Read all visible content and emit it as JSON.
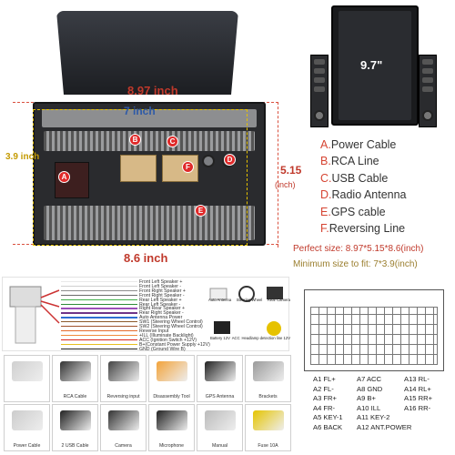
{
  "dimensions": {
    "width": "8.97 inch",
    "depth_top": "7 inch",
    "height_left": "3.9 inch",
    "height_right": "5.15",
    "height_right_unit": "(inch)",
    "bottom_width": "8.6 inch"
  },
  "screen_size": "9.7\"",
  "markers": [
    "A",
    "B",
    "C",
    "D",
    "E",
    "F"
  ],
  "legend": [
    {
      "letter": "A.",
      "text": "Power Cable"
    },
    {
      "letter": "B.",
      "text": "RCA Line"
    },
    {
      "letter": "C.",
      "text": "USB Cable"
    },
    {
      "letter": "D.",
      "text": "Radio Antenna"
    },
    {
      "letter": "E.",
      "text": "GPS cable"
    },
    {
      "letter": "F.",
      "text": "Reversing Line"
    }
  ],
  "size_notes": {
    "perfect": "Perfect size: 8.97*5.15*8.6(inch)",
    "minimum": "Minimum size to fit: 7*3.9(inch)"
  },
  "wiring": [
    {
      "label": "Front Left Speaker +",
      "color": "#e9e9e9"
    },
    {
      "label": "Front Left Speaker -",
      "color": "#cfcfcf"
    },
    {
      "label": "Front Right Speaker +",
      "color": "#8e8e8e"
    },
    {
      "label": "Front Right Speaker -",
      "color": "#6a6a6a"
    },
    {
      "label": "Rear Left Speaker +",
      "color": "#3fae49"
    },
    {
      "label": "Rear Left Speaker -",
      "color": "#2d8b38"
    },
    {
      "label": "Right Rear Speaker +",
      "color": "#9b4fb8"
    },
    {
      "label": "Rear Right Speaker -",
      "color": "#6e3488"
    },
    {
      "label": "Auto Antenna Power",
      "color": "#2f6fd1"
    },
    {
      "label": "SW1 (Steering Wheel Control)",
      "color": "#8b5a2b"
    },
    {
      "label": "SW2 (Steering Wheel Control)",
      "color": "#a0522d"
    },
    {
      "label": "Reverse Input",
      "color": "#e46a2a"
    },
    {
      "label": "+ILL (Illuminate Backlight)",
      "color": "#f08a3c"
    },
    {
      "label": "ACC (Ignition Switch +12V)",
      "color": "#d7261e"
    },
    {
      "label": "B+(Constant Power Supply +12V)",
      "color": "#e8c020"
    },
    {
      "label": "GND (Ground Wire B)",
      "color": "#222222"
    }
  ],
  "peripherals": [
    "Auto Antenna",
    "Steering Wheel",
    "Rear Camera",
    "Battery 12V",
    "ACC",
    "Headlamp detection line 12V"
  ],
  "pins": [
    [
      "A1 FL+",
      "A7 ACC",
      "A13 RL-"
    ],
    [
      "A2 FL-",
      "A8 GND",
      "A14 RL+"
    ],
    [
      "A3 FR+",
      "A9 B+",
      "A15 RR+"
    ],
    [
      "A4 FR-",
      "A10 ILL",
      "A16 RR-"
    ],
    [
      "A5 KEY-1",
      "A11 KEY-2",
      ""
    ],
    [
      "A6 BACK",
      "A12 ANT.POWER",
      ""
    ]
  ],
  "accessories": [
    {
      "num": "",
      "caption": ""
    },
    {
      "num": "",
      "caption": "RCA Cable"
    },
    {
      "num": "",
      "caption": "Reversing input"
    },
    {
      "num": "",
      "caption": "Disassembly Tool"
    },
    {
      "num": "",
      "caption": "GPS Antenna"
    },
    {
      "num": "",
      "caption": "Brackets"
    },
    {
      "num": "",
      "caption": "Power Cable"
    },
    {
      "num": "",
      "caption": "2 USB Cable"
    },
    {
      "num": "",
      "caption": "Camera"
    },
    {
      "num": "",
      "caption": "Microphone"
    },
    {
      "num": "",
      "caption": "Manual"
    },
    {
      "num": "",
      "caption": "Fuse 10A"
    }
  ],
  "colors": {
    "red_dim": "#c0392b",
    "blue_dim": "#2e5aa7",
    "yellow_box": "#e6c200",
    "legend_letter": "#d64533",
    "marker": "#e02a2a"
  }
}
